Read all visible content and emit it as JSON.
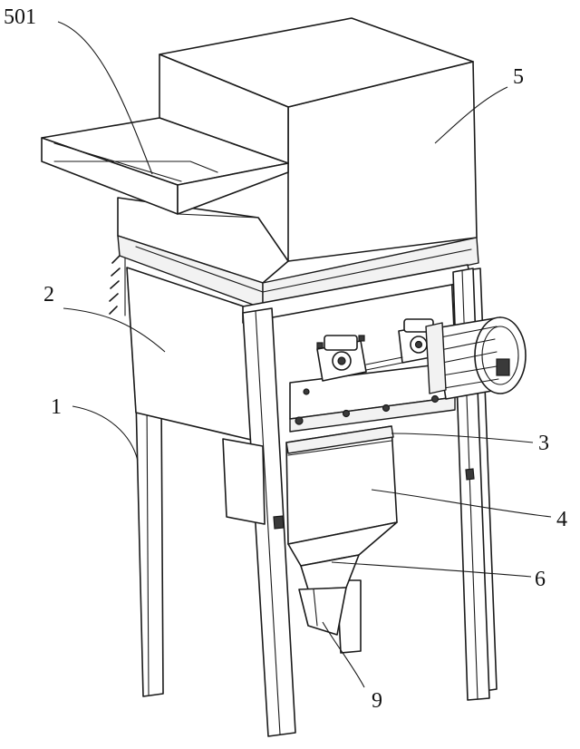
{
  "callouts": [
    {
      "id": "501",
      "text": "501"
    },
    {
      "id": "5",
      "text": "5"
    },
    {
      "id": "2",
      "text": "2"
    },
    {
      "id": "1",
      "text": "1"
    },
    {
      "id": "3",
      "text": "3"
    },
    {
      "id": "4",
      "text": "4"
    },
    {
      "id": "6",
      "text": "6"
    },
    {
      "id": "9",
      "text": "9"
    }
  ]
}
